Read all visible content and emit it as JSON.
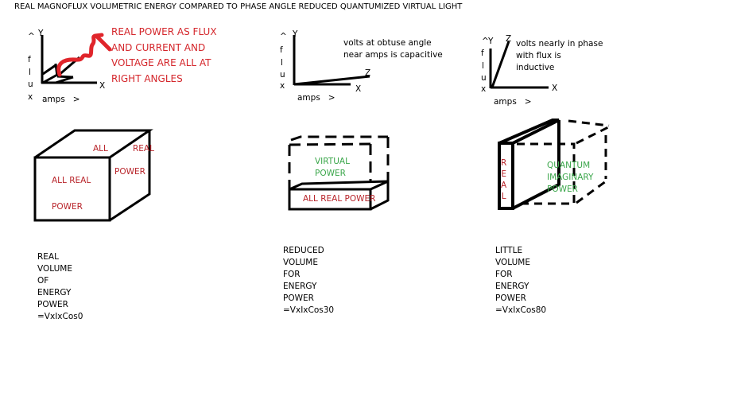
{
  "title": "REAL MAGNOFLUX VOLUMETRIC ENERGY COMPARED TO PHASE ANGLE REDUCED QUANTUMIZED VIRTUAL LIGHT",
  "colors": {
    "red": "#d4262b",
    "green": "#3aa64a",
    "ink": "#000000"
  },
  "axes": {
    "up_arrow": "^",
    "y": "Y",
    "x": "X",
    "z": "Z",
    "flux_letters": [
      "f",
      "l",
      "u",
      "x"
    ],
    "amps": "amps   >"
  },
  "panels": [
    {
      "note": [
        "REAL POWER AS FLUX",
        "AND CURRENT AND",
        "VOLTAGE ARE ALL AT",
        "RIGHT ANGLES"
      ],
      "box_labels": {
        "top_left": "ALL",
        "top_right": "REAL",
        "side": "POWER",
        "front_1": "ALL REAL",
        "front_2": "POWER"
      },
      "caption": [
        "REAL",
        "VOLUME",
        "OF",
        "ENERGY",
        "POWER",
        "=VxIxCos0"
      ]
    },
    {
      "note": [
        "volts at obtuse angle",
        "near amps is capacitive"
      ],
      "box_labels": {
        "virtual_1": "VIRTUAL",
        "virtual_2": "POWER",
        "real": "ALL REAL POWER"
      },
      "caption": [
        "REDUCED",
        "VOLUME",
        "FOR",
        "ENERGY",
        "POWER",
        "=VxIxCos30"
      ]
    },
    {
      "note": [
        "volts nearly in phase",
        "with flux is",
        "inductive"
      ],
      "box_labels": {
        "real_letters": [
          "R",
          "E",
          "A",
          "L"
        ],
        "quantum": [
          "QUANTUM",
          "IMAGINARY",
          "POWER"
        ]
      },
      "caption": [
        "LITTLE",
        "VOLUME",
        "FOR",
        "ENERGY",
        "POWER",
        "=VxIxCos80"
      ]
    }
  ]
}
